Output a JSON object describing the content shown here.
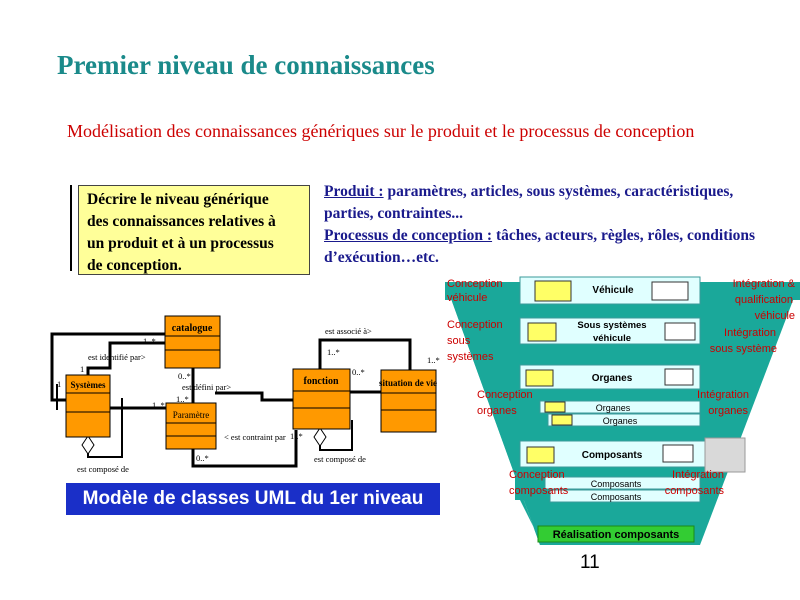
{
  "title": "Premier niveau de connaissances",
  "subtitle": "Modélisation des connaissances génériques sur le produit et le processus de conception",
  "yellow_box": [
    "Décrire le niveau générique",
    "des connaissances relatives à",
    "un produit et à un processus",
    "de conception."
  ],
  "description": {
    "produit_label": "Produit :",
    "produit_text": " paramètres, articles, sous systèmes, caractéristiques, parties, contraintes...",
    "processus_label": "Processus de conception :",
    "processus_text": " tâches, acteurs, règles, rôles, conditions d’exécution…etc."
  },
  "uml": {
    "classes": {
      "catalogue": "catalogue",
      "systemes": "Systèmes",
      "parametre": "Paramètre",
      "fonction": "fonction",
      "situation": "situation de vie"
    },
    "associations": {
      "est_identifie_par": "est identifié par>",
      "est_defini_par": "est défini par>",
      "est_associe_a": "est associé à>",
      "est_contraint_par": "< est contraint par",
      "est_compose_de_1": "est composé de",
      "est_compose_de_2": "est composé de"
    },
    "multiplicities": {
      "cat_left": "1..*",
      "sys_top": "1",
      "sys_left": "1",
      "cat_bottom": "0..*",
      "par_top": "1..*",
      "par_left": "1..*",
      "par_bottom": "0..*",
      "fonc_top": "1..*",
      "fonc_right": "0..*",
      "sit_left": "1..*",
      "fonc_left": "1..*"
    },
    "caption": "Modèle de classes UML du 1er niveau"
  },
  "v_cycle": {
    "levels": {
      "vehicule": "Véhicule",
      "sous_systemes": [
        "Sous systèmes",
        "véhicule"
      ],
      "organes": "Organes",
      "organes_sub_1": "Organes",
      "organes_sub_2": "Organes",
      "composants": "Composants",
      "composants_sub_1": "Composants",
      "composants_sub_2": "Composants",
      "realisation": "Réalisation composants"
    },
    "left_labels": {
      "conception_vehicule": [
        "Conception",
        "véhicule"
      ],
      "conception_sous_systemes": [
        "Conception",
        "sous",
        "systèmes"
      ],
      "conception_organes": [
        "Conception",
        "organes"
      ],
      "conception_composants": [
        "Conception",
        "composants"
      ]
    },
    "right_labels": {
      "integration_vehicule": [
        "Intégration &",
        "qualification",
        "véhicule"
      ],
      "integration_sous_systeme": [
        "Intégration",
        "sous système"
      ],
      "integration_organes": [
        "Intégration",
        "organes"
      ],
      "integration_composants": [
        "Intégration",
        "composants"
      ]
    }
  },
  "page_number": "11",
  "colors": {
    "title": "#1a8a8a",
    "subtitle": "#cc0000",
    "description": "#1a1a8c",
    "uml_class": "#ff9900",
    "v_fill": "#1aa89a",
    "v_labels": "#cc0000",
    "realisation_bg": "#33cc33",
    "caption_bg": "#1a2fc8"
  }
}
